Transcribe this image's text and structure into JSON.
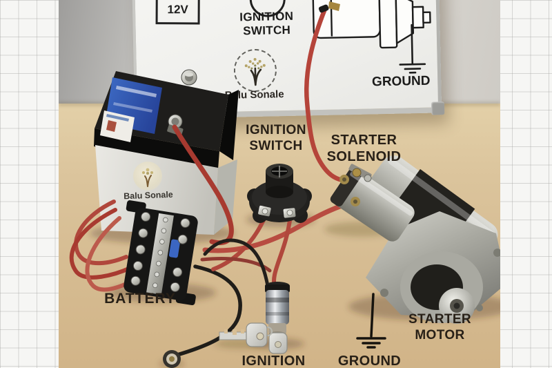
{
  "scene": {
    "description": "Car starter motor wiring demonstration photo on tan table with grid-paper border",
    "labels": {
      "battery": "BATTERY",
      "ignition_switch_line1": "IGNITION",
      "ignition_switch_line2": "SWITCH",
      "starter_solenoid_line1": "STARTER",
      "starter_solenoid_line2": "SOLENOID",
      "starter_motor_line1": "STARTER",
      "starter_motor_line2": "MOTOR",
      "ignition_key": "IGNITION",
      "ground": "GROUND"
    }
  },
  "whiteboard": {
    "battery_symbol_label": "12V",
    "switch_symbol_line1": "IGNITION",
    "switch_symbol_line2": "SWITCH",
    "ground_label": "GROUND",
    "brand_name": "Balu Sonale"
  },
  "battery_unit": {
    "brand_name": "Balu Sonale"
  },
  "colors": {
    "table_surface": "#d8bf95",
    "wall": "#c6c4c0",
    "whiteboard": "#f4f4f1",
    "wire_red": "#b0453a",
    "wire_black": "#1f1d19",
    "label_text": "#282017",
    "battery_label_blue": "#3a68c4"
  }
}
